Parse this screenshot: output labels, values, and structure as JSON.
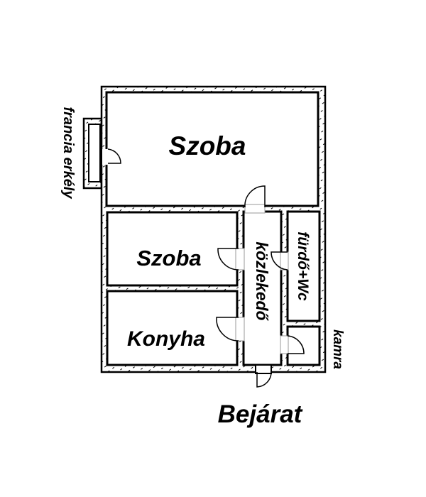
{
  "title": "Alaprajz",
  "rooms": {
    "living_room": "Szoba",
    "bedroom": "Szoba",
    "kitchen": "Konyha",
    "corridor": "közlekedő",
    "bathroom": "fürdő+Wc",
    "pantry": "kamra"
  },
  "balcony": "francia erkély",
  "entrance": "Bejárat",
  "colors": {
    "wall": "#000000",
    "background": "#ffffff"
  }
}
